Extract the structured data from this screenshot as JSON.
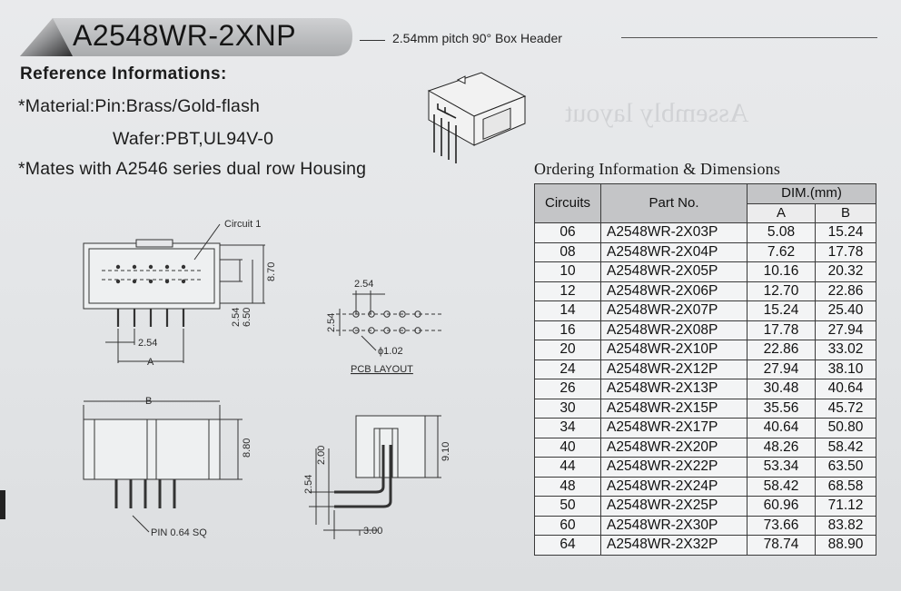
{
  "header": {
    "part_series": "A2548WR-2XNP",
    "subtitle": "2.54mm pitch 90° Box Header"
  },
  "reference": {
    "title": "Reference Informations:",
    "material_line": "*Material:Pin:Brass/Gold-flash",
    "wafer_line": "Wafer:PBT,UL94V-0",
    "mates_line": "*Mates with A2546 series dual row Housing"
  },
  "watermark": "Assembly layout",
  "drawings": {
    "circuit_label": "Circuit 1",
    "dim_870": "8.70",
    "dim_254_v": "2.54",
    "dim_650": "6.50",
    "dim_254_h": "2.54",
    "dim_A": "A",
    "dim_B": "B",
    "dim_880": "8.80",
    "pin_label": "PIN 0.64 SQ",
    "pcb_pitch_top": "2.54",
    "pcb_pitch_side": "2.54",
    "pcb_hole": "ϕ1.02",
    "pcb_layout_label": "PCB LAYOUT",
    "side_254": "2.54",
    "side_200": "2.00",
    "side_300": "3.00",
    "side_910": "9.10"
  },
  "table": {
    "caption": "Ordering Information & Dimensions",
    "headers": {
      "circuits": "Circuits",
      "part_no": "Part No.",
      "dim": "DIM.(mm)",
      "a": "A",
      "b": "B"
    },
    "rows": [
      [
        "06",
        "A2548WR-2X03P",
        "5.08",
        "15.24"
      ],
      [
        "08",
        "A2548WR-2X04P",
        "7.62",
        "17.78"
      ],
      [
        "10",
        "A2548WR-2X05P",
        "10.16",
        "20.32"
      ],
      [
        "12",
        "A2548WR-2X06P",
        "12.70",
        "22.86"
      ],
      [
        "14",
        "A2548WR-2X07P",
        "15.24",
        "25.40"
      ],
      [
        "16",
        "A2548WR-2X08P",
        "17.78",
        "27.94"
      ],
      [
        "20",
        "A2548WR-2X10P",
        "22.86",
        "33.02"
      ],
      [
        "24",
        "A2548WR-2X12P",
        "27.94",
        "38.10"
      ],
      [
        "26",
        "A2548WR-2X13P",
        "30.48",
        "40.64"
      ],
      [
        "30",
        "A2548WR-2X15P",
        "35.56",
        "45.72"
      ],
      [
        "34",
        "A2548WR-2X17P",
        "40.64",
        "50.80"
      ],
      [
        "40",
        "A2548WR-2X20P",
        "48.26",
        "58.42"
      ],
      [
        "44",
        "A2548WR-2X22P",
        "53.34",
        "63.50"
      ],
      [
        "48",
        "A2548WR-2X24P",
        "58.42",
        "68.58"
      ],
      [
        "50",
        "A2548WR-2X25P",
        "60.96",
        "71.12"
      ],
      [
        "60",
        "A2548WR-2X30P",
        "73.66",
        "83.82"
      ],
      [
        "64",
        "A2548WR-2X32P",
        "78.74",
        "88.90"
      ]
    ]
  }
}
